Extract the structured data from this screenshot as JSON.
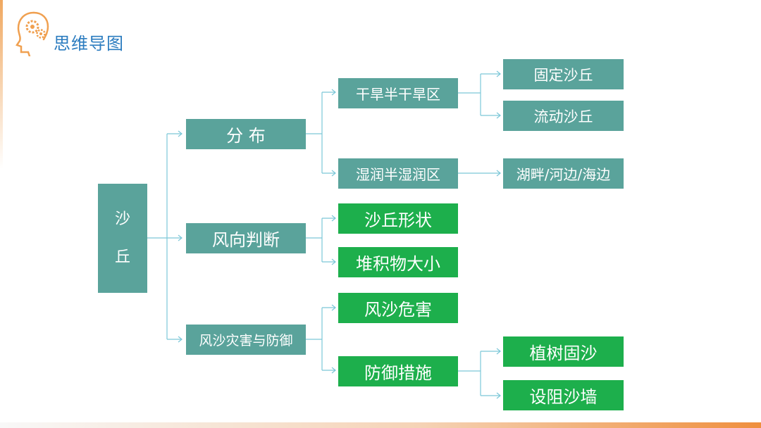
{
  "header": {
    "title": "思维导图"
  },
  "colors": {
    "teal": "#5aa39b",
    "green": "#1daf4c",
    "connector": "#7cc7d8",
    "title_blue": "#2a7bbf",
    "accent_orange": "#ef8f3e"
  },
  "root": {
    "chars": [
      "沙",
      "丘"
    ]
  },
  "branches": {
    "distribution": {
      "label": "分 布",
      "arid": {
        "label": "干旱半干旱区",
        "fixed": "固定沙丘",
        "moving": "流动沙丘"
      },
      "humid": {
        "label": "湿润半湿润区",
        "shore": "湖畔/河边/海边"
      }
    },
    "wind": {
      "label": "风向判断",
      "shape": "沙丘形状",
      "size": "堆积物大小"
    },
    "disaster": {
      "label": "风沙灾害与防御",
      "hazard": "风沙危害",
      "measures": {
        "label": "防御措施",
        "trees": "植树固沙",
        "walls": "设阻沙墙"
      }
    }
  }
}
